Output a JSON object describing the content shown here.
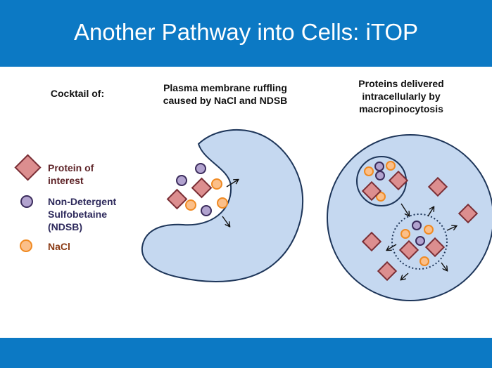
{
  "title": "Another Pathway into Cells: iTOP",
  "headings": {
    "cocktail": "Cocktail of:",
    "ruffling_line1": "Plasma membrane ruffling",
    "ruffling_line2": "caused by NaCl and NDSB",
    "delivered_line1": "Proteins delivered",
    "delivered_line2": "intracellularly by",
    "delivered_line3": "macropinocytosis"
  },
  "legend": {
    "protein_line1": "Protein of",
    "protein_line2": "interest",
    "ndsb_line1": "Non-Detergent",
    "ndsb_line2": "Sulfobetaine",
    "ndsb_line3": "(NDSB)",
    "nacl": "NaCl"
  },
  "colors": {
    "header": "#0c79c4",
    "cell_fill": "#c5d8f0",
    "cell_stroke": "#1d3559",
    "protein_fill": "#dc8e8f",
    "protein_stroke": "#7a2e35",
    "ndsb_fill": "#b2a3cf",
    "ndsb_stroke": "#3b2c5c",
    "nacl_fill": "#fbbf89",
    "nacl_stroke": "#f08a22",
    "protein_label": "#5e2428",
    "ndsb_label": "#2e2a5c",
    "nacl_label": "#8a3a14"
  }
}
